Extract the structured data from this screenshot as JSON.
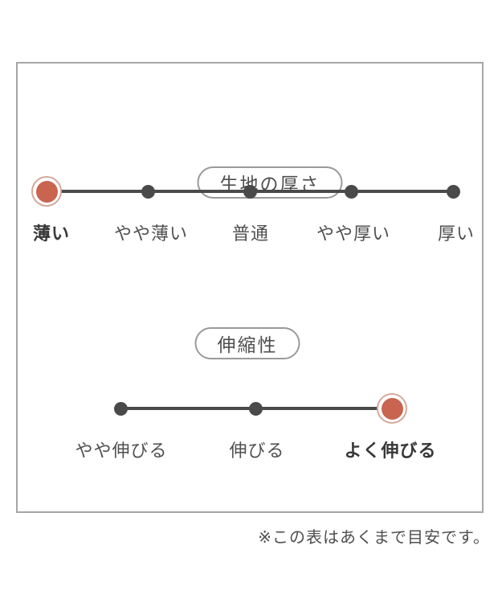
{
  "colors": {
    "accent": "#c96450",
    "accent-ring": "#d3a99b",
    "line": "#4a4a4a",
    "text": "#4f4f4f",
    "text-strong": "#383838",
    "panel-border": "#a6a6a6",
    "pill-border": "#9a9a9a"
  },
  "note": "※この表はあくまで目安です。",
  "scales": [
    {
      "title": "生地の厚さ",
      "selected_value": "薄い",
      "options": [
        {
          "label": "薄い",
          "selected": true
        },
        {
          "label": "やや薄い",
          "selected": false
        },
        {
          "label": "普通",
          "selected": false
        },
        {
          "label": "やや厚い",
          "selected": false
        },
        {
          "label": "厚い",
          "selected": false
        }
      ]
    },
    {
      "title": "伸縮性",
      "selected_value": "よく伸びる",
      "options": [
        {
          "label": "やや伸びる",
          "selected": false
        },
        {
          "label": "伸びる",
          "selected": false
        },
        {
          "label": "よく伸びる",
          "selected": true
        }
      ]
    }
  ]
}
